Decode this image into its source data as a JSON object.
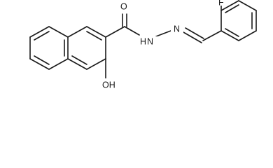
{
  "molecule": {
    "atom_labels": {
      "oxygen_carbonyl": "O",
      "nh_left": "H",
      "nh_right": "N",
      "n_imine": "N",
      "fluorine": "F",
      "hydroxyl": "OH"
    },
    "colors": {
      "bond": "#1a1a1a",
      "text": "#1a1a1a",
      "background": "#ffffff"
    }
  }
}
